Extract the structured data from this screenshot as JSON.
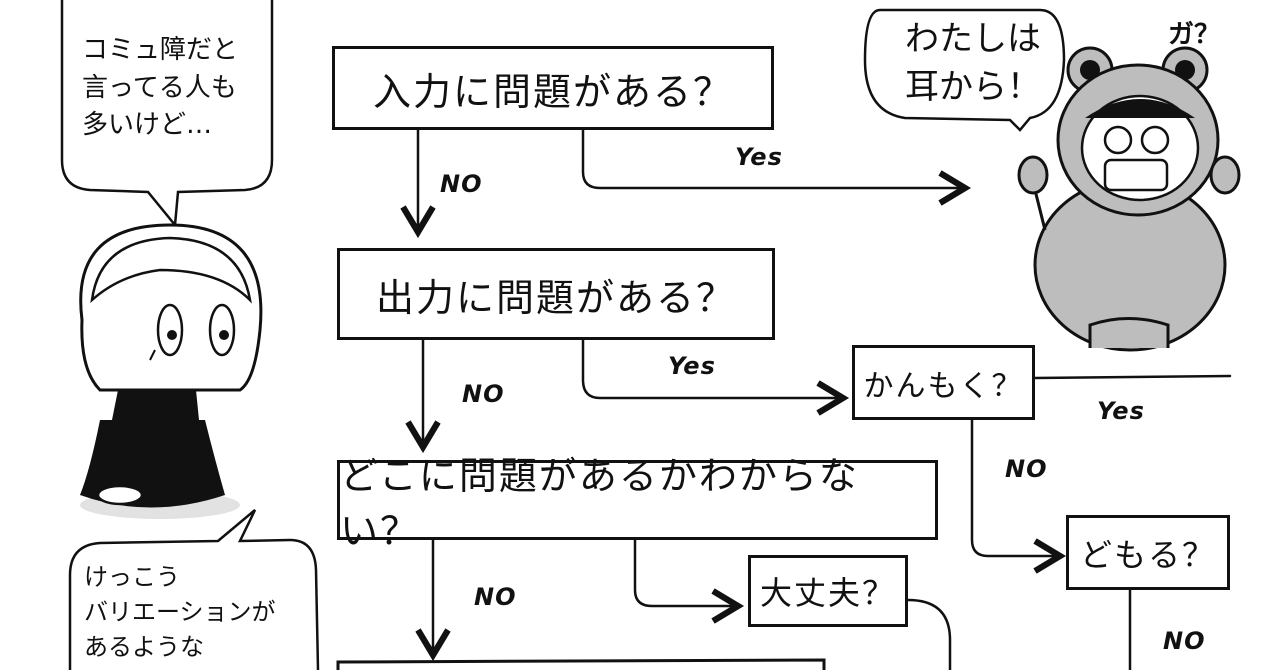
{
  "flowchart": {
    "q1": "入力に問題がある？",
    "q2": "出力に問題がある？",
    "q3": "どこに問題があるかわからない？",
    "q4": "かんもく？",
    "q5": "どもる？",
    "q6": "大丈夫？",
    "yes_label": "Yes",
    "no_label": "NO"
  },
  "left_bubble_top": {
    "lines": "コミュ障だと\n言ってる人も\n多いけど…"
  },
  "left_bubble_bottom": {
    "lines": "けっこう\nバリエーションが\nあるような"
  },
  "bear": {
    "speech": "わたしは\n耳から！",
    "exclaim": "ガ？"
  }
}
